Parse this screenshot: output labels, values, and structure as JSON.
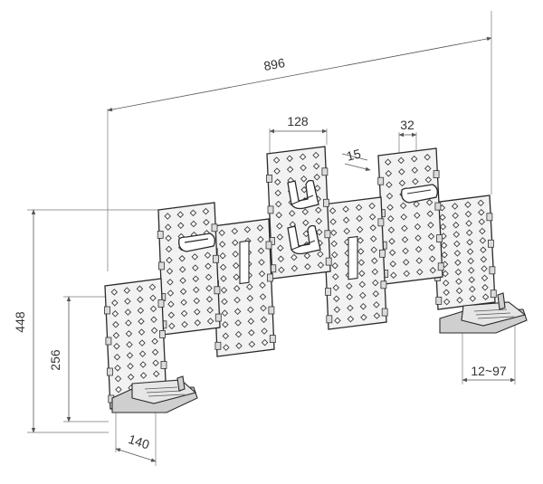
{
  "dimensions": {
    "overall_width": "896",
    "panel_width": "128",
    "pitch": "32",
    "thickness": "15",
    "overall_height": "448",
    "lower_height": "256",
    "shelf_depth": "140",
    "adjust_range": "12~97"
  },
  "colors": {
    "line": "#2a2a2a",
    "panel_fill": "#f2f2f2",
    "dimension_line": "#555555"
  }
}
